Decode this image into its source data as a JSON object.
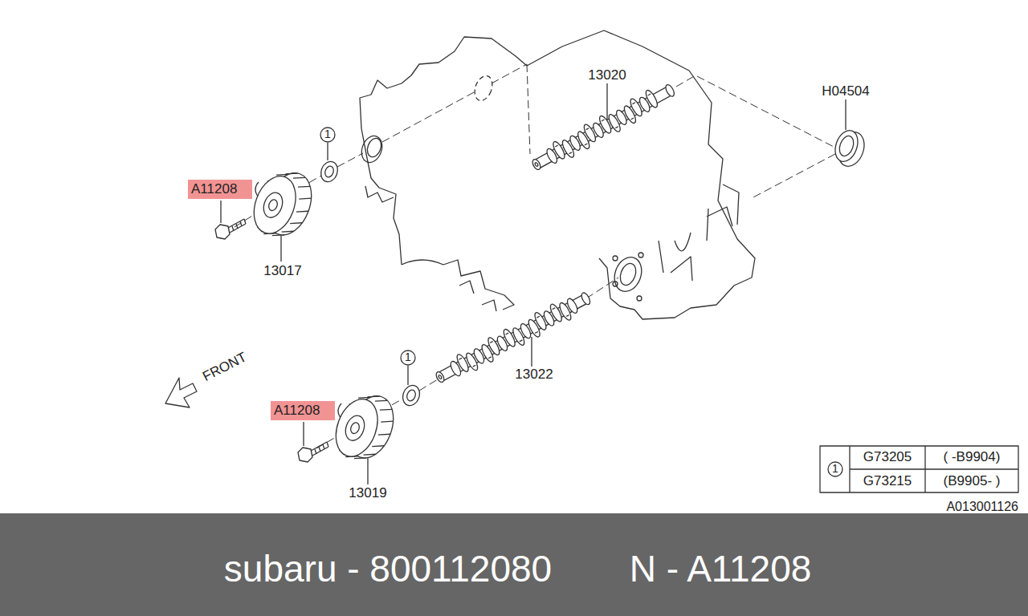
{
  "diagram": {
    "nodes": [
      {
        "text": [
          "A11208"
        ]
      },
      {
        "text": [
          "A11208"
        ]
      }
    ],
    "labels": [
      "1",
      "13020",
      "H04504",
      "13017",
      "1",
      "13022",
      "13019",
      "FRONT",
      "1",
      "G73205",
      "( -B9904)",
      "G73215",
      "(B9905- )",
      "A013001126",
      "subaru - 800112080",
      "N - A11208"
    ]
  }
}
